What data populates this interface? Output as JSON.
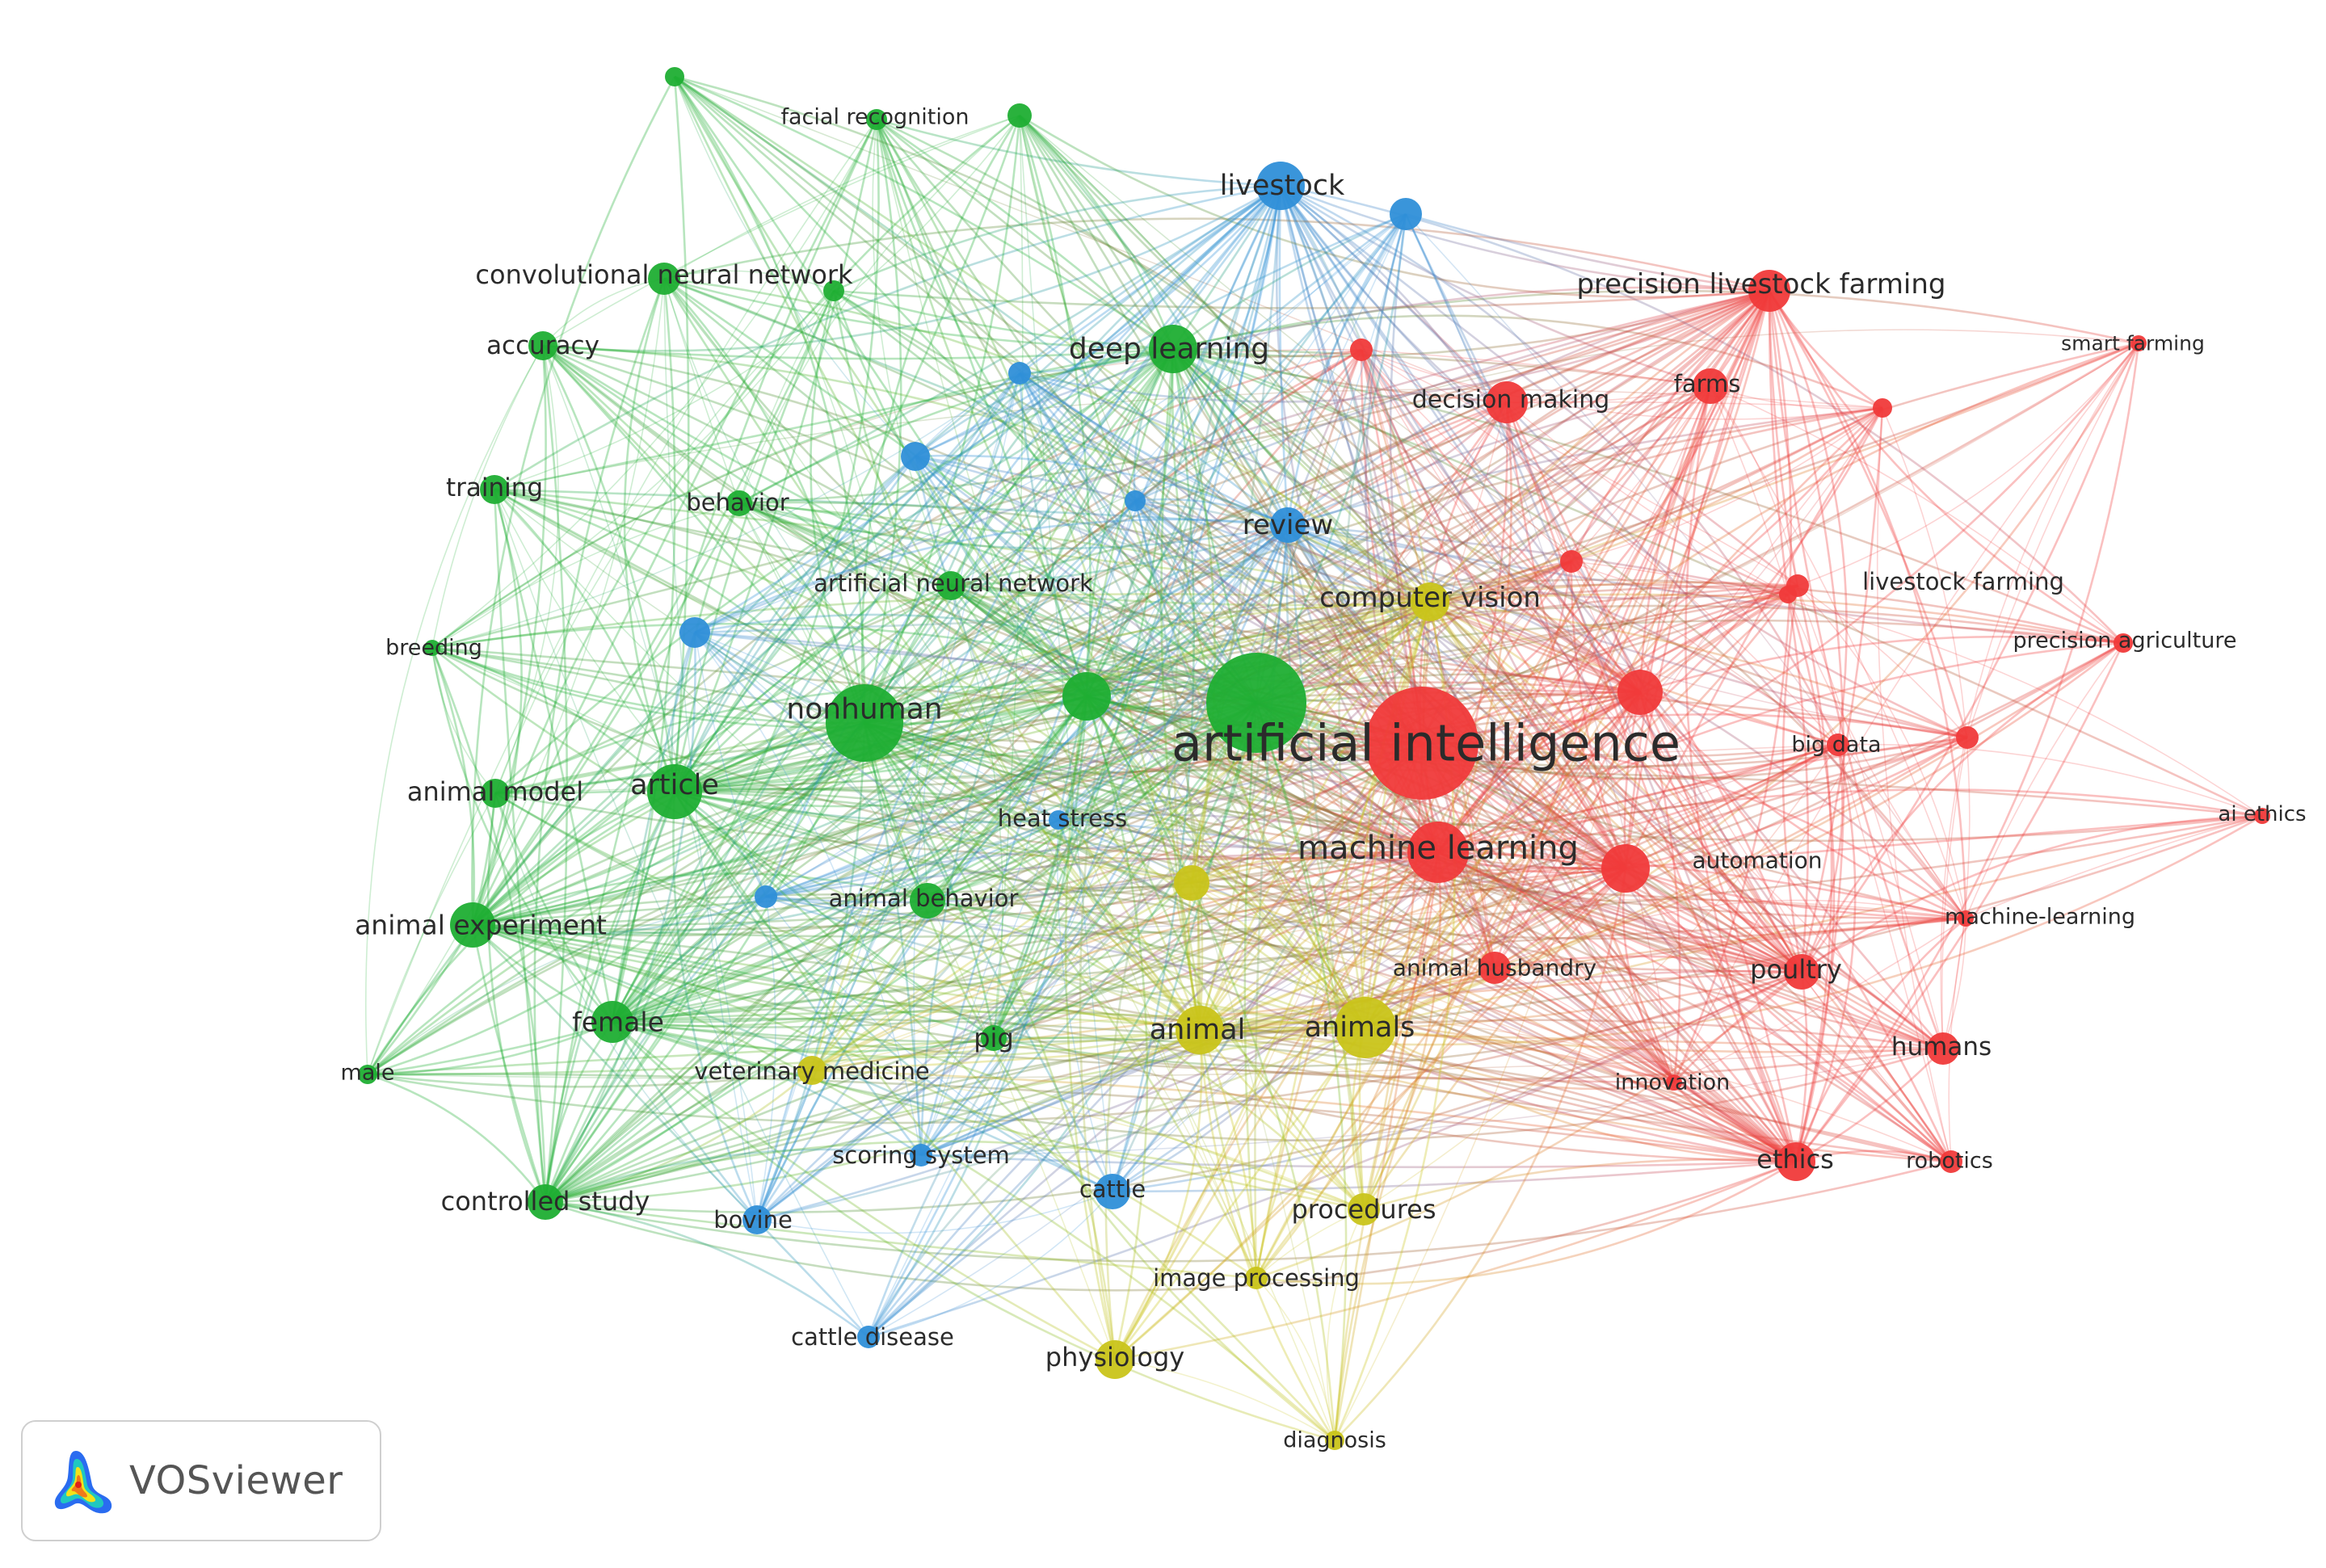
{
  "app": {
    "name": "VOSviewer"
  },
  "colors": {
    "red": "#f03a3a",
    "green": "#1fae33",
    "blue": "#2f8fd8",
    "yellow": "#c9c41a"
  },
  "nodes": [
    {
      "id": "ai",
      "label": "artificial intelligence",
      "cluster": "red"
    },
    {
      "id": "ml",
      "label": "machine learning",
      "cluster": "red"
    },
    {
      "id": "plf",
      "label": "precision livestock farming",
      "cluster": "red"
    },
    {
      "id": "dm",
      "label": "decision making",
      "cluster": "red"
    },
    {
      "id": "farms",
      "label": "farms",
      "cluster": "red"
    },
    {
      "id": "smart",
      "label": "smart farming",
      "cluster": "red"
    },
    {
      "id": "lf",
      "label": "livestock farming",
      "cluster": "red"
    },
    {
      "id": "pa",
      "label": "precision agriculture",
      "cluster": "red"
    },
    {
      "id": "bigdata",
      "label": "big data",
      "cluster": "red"
    },
    {
      "id": "aiethics",
      "label": "ai ethics",
      "cluster": "red"
    },
    {
      "id": "auto",
      "label": "automation",
      "cluster": "red"
    },
    {
      "id": "mldash",
      "label": "machine-learning",
      "cluster": "red"
    },
    {
      "id": "ah",
      "label": "animal husbandry",
      "cluster": "red"
    },
    {
      "id": "poultry",
      "label": "poultry",
      "cluster": "red"
    },
    {
      "id": "humans",
      "label": "humans",
      "cluster": "red"
    },
    {
      "id": "innov",
      "label": "innovation",
      "cluster": "red"
    },
    {
      "id": "ethics",
      "label": "ethics",
      "cluster": "red"
    },
    {
      "id": "robot",
      "label": "robotics",
      "cluster": "red"
    },
    {
      "id": "r1",
      "label": "",
      "cluster": "red"
    },
    {
      "id": "r2",
      "label": "",
      "cluster": "red"
    },
    {
      "id": "r3",
      "label": "",
      "cluster": "red"
    },
    {
      "id": "r4",
      "label": "",
      "cluster": "red"
    },
    {
      "id": "r5",
      "label": "",
      "cluster": "red"
    },
    {
      "id": "r6",
      "label": "",
      "cluster": "red"
    },
    {
      "id": "face",
      "label": "facial recognition",
      "cluster": "green"
    },
    {
      "id": "cnn",
      "label": "convolutional neural network",
      "cluster": "green"
    },
    {
      "id": "acc",
      "label": "accuracy",
      "cluster": "green"
    },
    {
      "id": "train",
      "label": "training",
      "cluster": "green"
    },
    {
      "id": "behav",
      "label": "behavior",
      "cluster": "green"
    },
    {
      "id": "ann",
      "label": "artificial neural network",
      "cluster": "green"
    },
    {
      "id": "breed",
      "label": "breeding",
      "cluster": "green"
    },
    {
      "id": "nonhuman",
      "label": "nonhuman",
      "cluster": "green"
    },
    {
      "id": "article",
      "label": "article",
      "cluster": "green"
    },
    {
      "id": "amodel",
      "label": "animal model",
      "cluster": "green"
    },
    {
      "id": "aexp",
      "label": "animal experiment",
      "cluster": "green"
    },
    {
      "id": "abehav",
      "label": "animal behavior",
      "cluster": "green"
    },
    {
      "id": "female",
      "label": "female",
      "cluster": "green"
    },
    {
      "id": "male",
      "label": "male",
      "cluster": "green"
    },
    {
      "id": "pig",
      "label": "pig",
      "cluster": "green"
    },
    {
      "id": "cstudy",
      "label": "controlled study",
      "cluster": "green"
    },
    {
      "id": "dl",
      "label": "deep learning",
      "cluster": "green"
    },
    {
      "id": "gbig",
      "label": "",
      "cluster": "green"
    },
    {
      "id": "gmid",
      "label": "",
      "cluster": "green"
    },
    {
      "id": "g1",
      "label": "",
      "cluster": "green"
    },
    {
      "id": "g2",
      "label": "",
      "cluster": "green"
    },
    {
      "id": "g3",
      "label": "",
      "cluster": "green"
    },
    {
      "id": "livestock",
      "label": "livestock",
      "cluster": "blue"
    },
    {
      "id": "review",
      "label": "review",
      "cluster": "blue"
    },
    {
      "id": "heat",
      "label": "heat stress",
      "cluster": "blue"
    },
    {
      "id": "score",
      "label": "scoring system",
      "cluster": "blue"
    },
    {
      "id": "cattle",
      "label": "cattle",
      "cluster": "blue"
    },
    {
      "id": "bovine",
      "label": "bovine",
      "cluster": "blue"
    },
    {
      "id": "cdis",
      "label": "cattle disease",
      "cluster": "blue"
    },
    {
      "id": "b1",
      "label": "",
      "cluster": "blue"
    },
    {
      "id": "b2",
      "label": "",
      "cluster": "blue"
    },
    {
      "id": "b3",
      "label": "",
      "cluster": "blue"
    },
    {
      "id": "b4",
      "label": "",
      "cluster": "blue"
    },
    {
      "id": "b5",
      "label": "",
      "cluster": "blue"
    },
    {
      "id": "b6",
      "label": "",
      "cluster": "blue"
    },
    {
      "id": "cv",
      "label": "computer vision",
      "cluster": "yellow"
    },
    {
      "id": "animal",
      "label": "animal",
      "cluster": "yellow"
    },
    {
      "id": "animals",
      "label": "animals",
      "cluster": "yellow"
    },
    {
      "id": "vet",
      "label": "veterinary medicine",
      "cluster": "yellow"
    },
    {
      "id": "proc",
      "label": "procedures",
      "cluster": "yellow"
    },
    {
      "id": "imgp",
      "label": "image processing",
      "cluster": "yellow"
    },
    {
      "id": "phys",
      "label": "physiology",
      "cluster": "yellow"
    },
    {
      "id": "diag",
      "label": "diagnosis",
      "cluster": "yellow"
    },
    {
      "id": "y1",
      "label": "",
      "cluster": "yellow"
    }
  ]
}
